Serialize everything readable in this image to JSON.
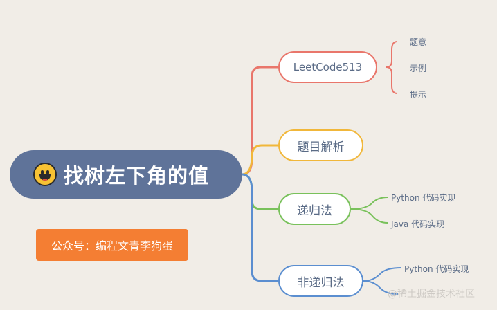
{
  "root": {
    "title": "找树左下角的值",
    "icon": "grinning-face-emoji"
  },
  "branches": [
    {
      "label": "LeetCode513",
      "color": "#e9766b",
      "children": [
        "题意",
        "示例",
        "提示"
      ]
    },
    {
      "label": "题目解析",
      "color": "#f1b73a",
      "children": []
    },
    {
      "label": "递归法",
      "color": "#79c15b",
      "children": [
        "Python 代码实现",
        "Java 代码实现"
      ]
    },
    {
      "label": "非递归法",
      "color": "#5b8ed0",
      "children": [
        "Python 代码实现"
      ]
    }
  ],
  "badge": {
    "text": "公众号：编程文青李狗蛋",
    "color": "#f47e33"
  },
  "watermark": {
    "text": "@稀土掘金技术社区"
  }
}
